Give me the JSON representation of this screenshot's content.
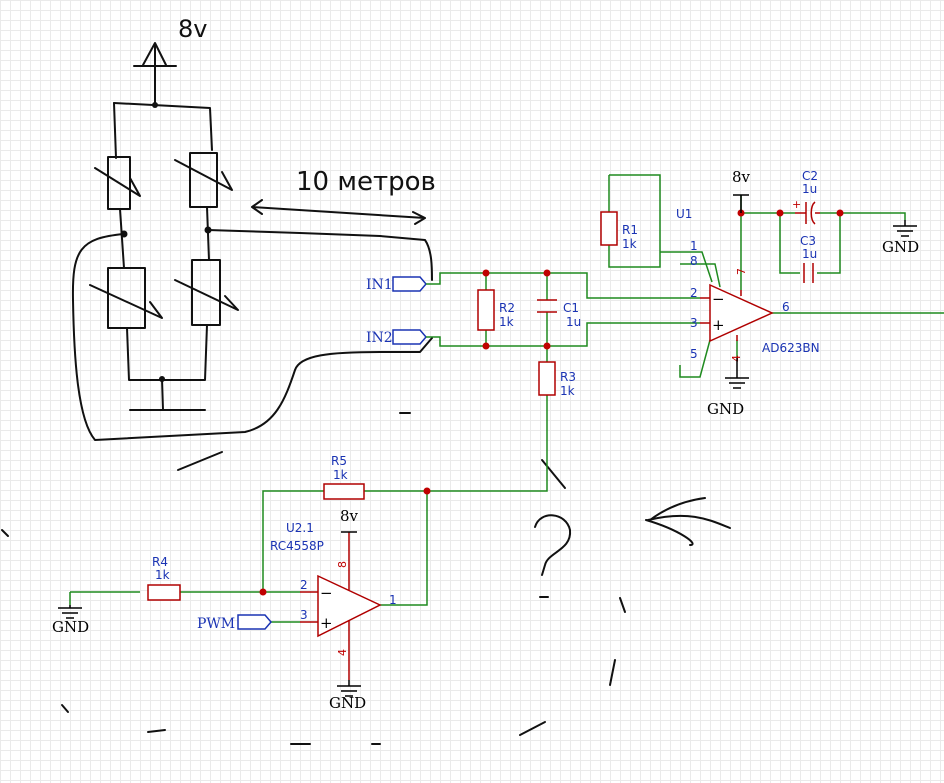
{
  "handwritten": {
    "supply": "8v",
    "distance": "10 метров",
    "question": "?"
  },
  "ports": {
    "in1": "IN1",
    "in2": "IN2",
    "pwm": "PWM"
  },
  "power": {
    "v8_top": "8v",
    "v8_bottom": "8v",
    "gnd_ad623": "GND",
    "gnd_caps": "GND",
    "gnd_r4": "GND",
    "gnd_u2": "GND"
  },
  "components": {
    "r1": {
      "ref": "R1",
      "value": "1k"
    },
    "r2": {
      "ref": "R2",
      "value": "1k"
    },
    "r3": {
      "ref": "R3",
      "value": "1k"
    },
    "r4": {
      "ref": "R4",
      "value": "1k"
    },
    "r5": {
      "ref": "R5",
      "value": "1k"
    },
    "c1": {
      "ref": "C1",
      "value": "1u"
    },
    "c2": {
      "ref": "C2",
      "value": "1u"
    },
    "c3": {
      "ref": "C3",
      "value": "1u"
    },
    "u1": {
      "ref": "U1",
      "part": "AD623BN",
      "pins": {
        "p1": "1",
        "p8": "8",
        "p2": "2",
        "p3": "3",
        "p5": "5",
        "p7": "7",
        "p4": "4",
        "p6": "6"
      }
    },
    "u2": {
      "ref": "U2.1",
      "part": "RC4558P",
      "pins": {
        "p2": "2",
        "p3": "3",
        "p1": "1",
        "p8": "8",
        "p4": "4"
      }
    }
  },
  "symbols": {
    "minus": "−",
    "plus": "+"
  },
  "colors": {
    "wire": "#1f8a1f",
    "component": "#b00000",
    "label": "#1a33b3",
    "junction": "#c00000"
  }
}
